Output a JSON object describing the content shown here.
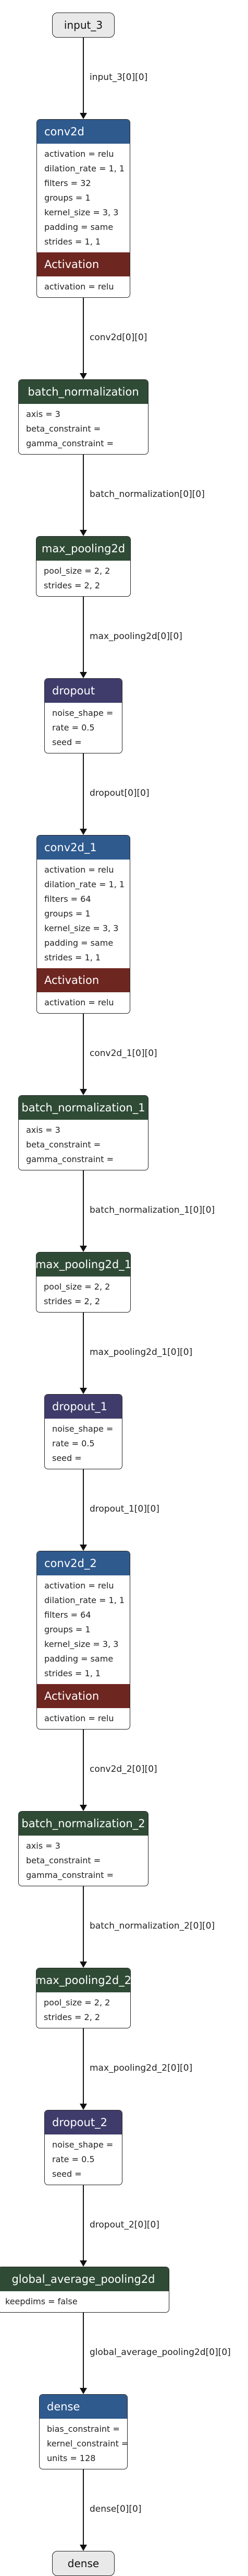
{
  "input": {
    "label": "input_3"
  },
  "output": {
    "label": "dense"
  },
  "edges": [
    "input_3[0][0]",
    "conv2d[0][0]",
    "batch_normalization[0][0]",
    "max_pooling2d[0][0]",
    "dropout[0][0]",
    "conv2d_1[0][0]",
    "batch_normalization_1[0][0]",
    "max_pooling2d_1[0][0]",
    "dropout_1[0][0]",
    "conv2d_2[0][0]",
    "batch_normalization_2[0][0]",
    "max_pooling2d_2[0][0]",
    "dropout_2[0][0]",
    "global_average_pooling2d[0][0]",
    "dense[0][0]"
  ],
  "layers": [
    {
      "name": "conv2d",
      "kind": "conv",
      "attrs": [
        "activation = relu",
        "dilation_rate = 1, 1",
        "filters = 32",
        "groups = 1",
        "kernel_size = 3, 3",
        "padding = same",
        "strides = 1, 1"
      ],
      "activation": {
        "name": "Activation",
        "attrs": [
          "activation = relu"
        ]
      }
    },
    {
      "name": "batch_normalization",
      "kind": "bn",
      "attrs": [
        "axis = 3",
        "beta_constraint =",
        "gamma_constraint ="
      ]
    },
    {
      "name": "max_pooling2d",
      "kind": "pool",
      "attrs": [
        "pool_size = 2, 2",
        "strides = 2, 2"
      ]
    },
    {
      "name": "dropout",
      "kind": "drop",
      "attrs": [
        "noise_shape =",
        "rate = 0.5",
        "seed ="
      ]
    },
    {
      "name": "conv2d_1",
      "kind": "conv",
      "attrs": [
        "activation = relu",
        "dilation_rate = 1, 1",
        "filters = 64",
        "groups = 1",
        "kernel_size = 3, 3",
        "padding = same",
        "strides = 1, 1"
      ],
      "activation": {
        "name": "Activation",
        "attrs": [
          "activation = relu"
        ]
      }
    },
    {
      "name": "batch_normalization_1",
      "kind": "bn",
      "attrs": [
        "axis = 3",
        "beta_constraint =",
        "gamma_constraint ="
      ]
    },
    {
      "name": "max_pooling2d_1",
      "kind": "pool",
      "attrs": [
        "pool_size = 2, 2",
        "strides = 2, 2"
      ]
    },
    {
      "name": "dropout_1",
      "kind": "drop",
      "attrs": [
        "noise_shape =",
        "rate = 0.5",
        "seed ="
      ]
    },
    {
      "name": "conv2d_2",
      "kind": "conv",
      "attrs": [
        "activation = relu",
        "dilation_rate = 1, 1",
        "filters = 64",
        "groups = 1",
        "kernel_size = 3, 3",
        "padding = same",
        "strides = 1, 1"
      ],
      "activation": {
        "name": "Activation",
        "attrs": [
          "activation = relu"
        ]
      }
    },
    {
      "name": "batch_normalization_2",
      "kind": "bn",
      "attrs": [
        "axis = 3",
        "beta_constraint =",
        "gamma_constraint ="
      ]
    },
    {
      "name": "max_pooling2d_2",
      "kind": "pool",
      "attrs": [
        "pool_size = 2, 2",
        "strides = 2, 2"
      ]
    },
    {
      "name": "dropout_2",
      "kind": "drop",
      "attrs": [
        "noise_shape =",
        "rate = 0.5",
        "seed ="
      ]
    },
    {
      "name": "global_average_pooling2d",
      "kind": "gap",
      "attrs": [
        "keepdims = false"
      ]
    },
    {
      "name": "dense",
      "kind": "dense",
      "attrs": [
        "bias_constraint =",
        "kernel_constraint =",
        "units = 128"
      ]
    }
  ]
}
